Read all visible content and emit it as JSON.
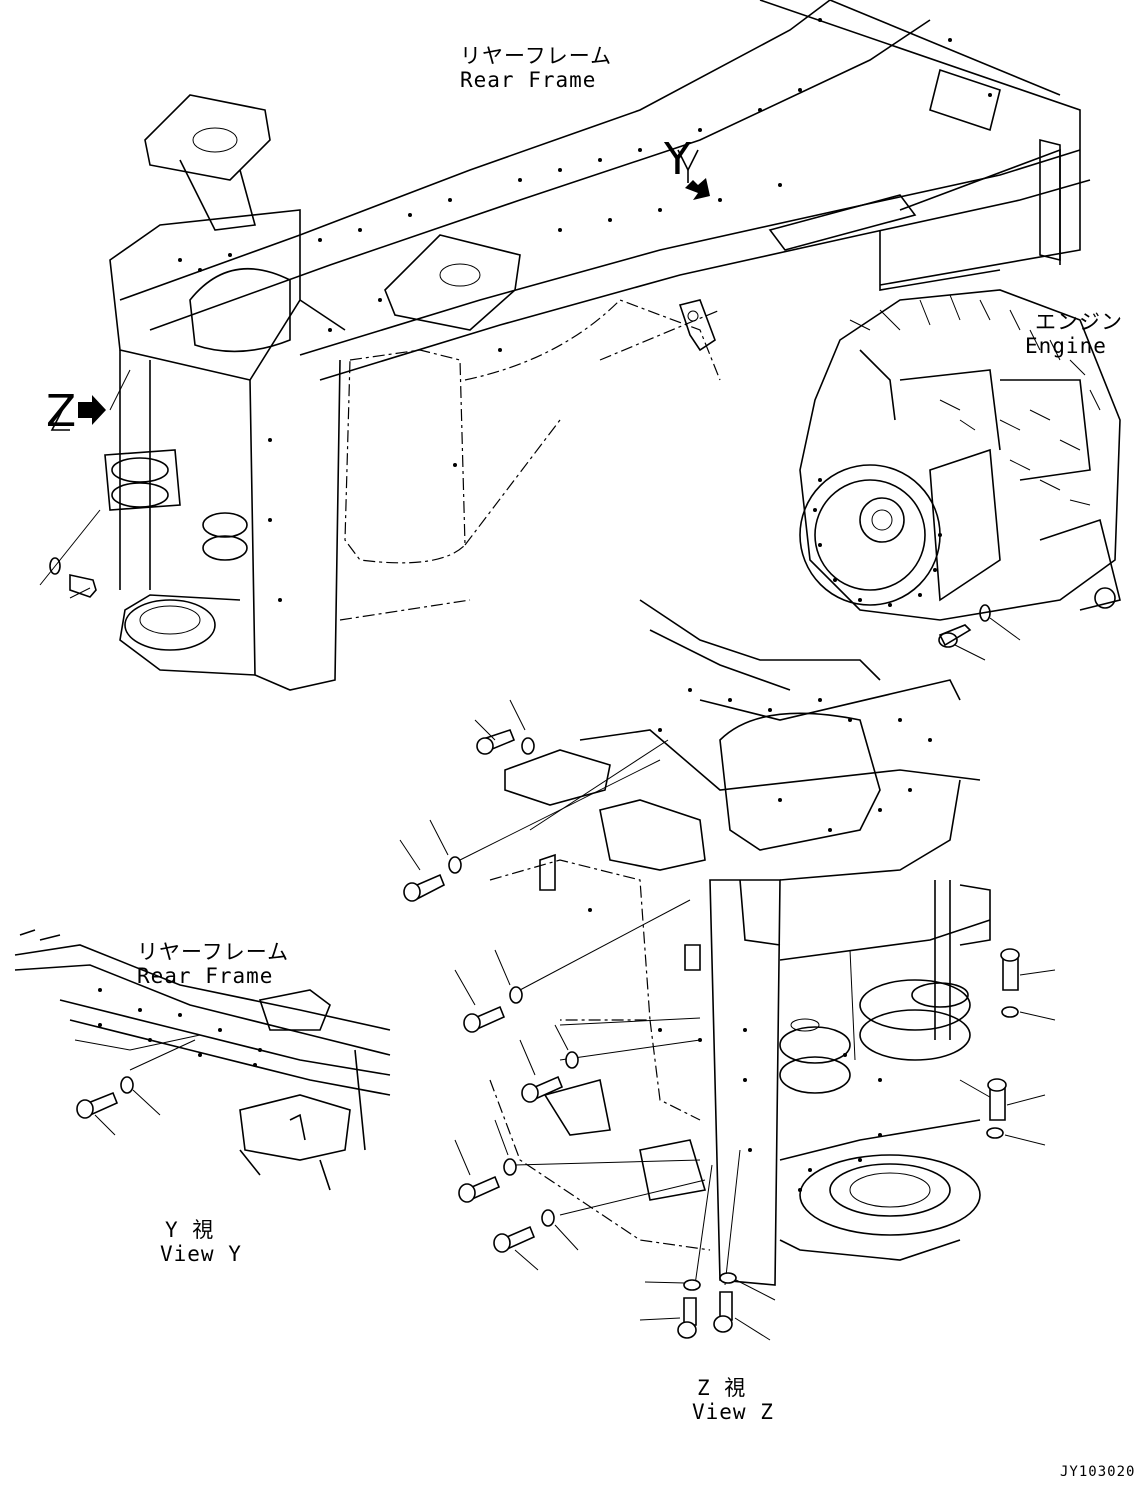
{
  "labels": {
    "rear_frame_top_jp": "リヤーフレーム",
    "rear_frame_top_en": "Rear Frame",
    "engine_jp": "エンジン",
    "engine_en": "Engine",
    "view_y_marker": "Y",
    "view_z_marker": "Z",
    "rear_frame_y_jp": "リヤーフレーム",
    "rear_frame_y_en": "Rear Frame",
    "view_y_jp": "Y  視",
    "view_y_en": "View Y",
    "view_z_jp": "Z  視",
    "view_z_en": "View Z",
    "drawing_code": "JY103020"
  }
}
